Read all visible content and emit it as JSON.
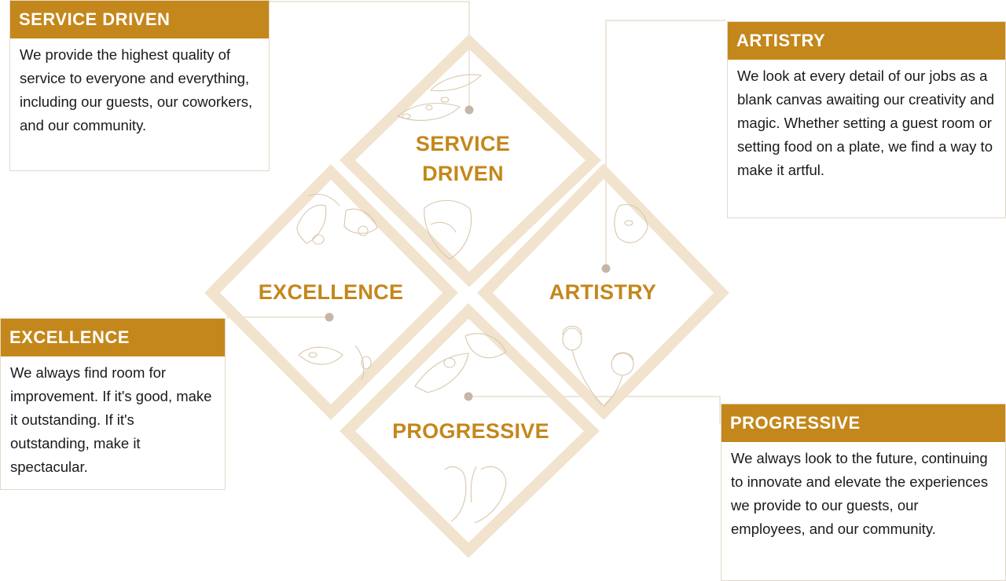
{
  "diamonds": {
    "service": "SERVICE\nDRIVEN",
    "artistry": "ARTISTRY",
    "excellence": "EXCELLENCE",
    "progressive": "PROGRESSIVE"
  },
  "cards": {
    "service": {
      "title": "SERVICE DRIVEN",
      "body": "We provide the highest quality of service to everyone and everything, including our guests, our coworkers, and our community."
    },
    "artistry": {
      "title": "ARTISTRY",
      "body": "We look at every detail of our jobs as a blank canvas awaiting our creativity and magic. Whether setting a guest room or setting food on a plate, we find a way to make it artful."
    },
    "excellence": {
      "title": "EXCELLENCE",
      "body": "We always find room for improvement. If it's good, make it outstanding. If it's outstanding, make it spectacular."
    },
    "progressive": {
      "title": "PROGRESSIVE",
      "body": "We always look to the future, continuing to innovate and elevate the experiences we provide to our guests, our employees, and our community."
    }
  },
  "colors": {
    "accent": "#c4871b",
    "diamond_border": "#f1e3cd",
    "connector": "#e2d6c6",
    "body_text": "#1a1a1a"
  }
}
